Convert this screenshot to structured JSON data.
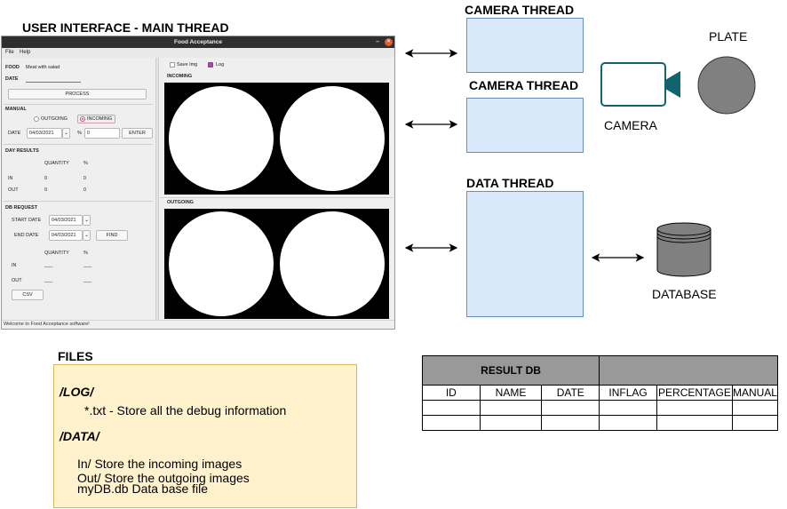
{
  "ui_section": {
    "title": "USER INTERFACE - MAIN THREAD",
    "app": {
      "window_title": "Food Acceptance",
      "menu": [
        "File",
        "Help"
      ],
      "food_label": "FOOD",
      "food_value": "Meat with salad",
      "date_label": "DATE",
      "process_button": "PROCESS",
      "manual_label": "MANUAL",
      "outgoing_radio": "OUTGOING",
      "incoming_radio": "INCOMING",
      "manual_date_label": "DATE",
      "manual_date_value": "04/03/2021",
      "percent_symbol": "%",
      "percent_value": "0",
      "enter_button": "ENTER",
      "day_results_label": "DAY RESULTS",
      "quantity_header": "QUANTITY",
      "percent_header": "%",
      "in_label": "IN",
      "out_label": "OUT",
      "day_in_quantity": "0",
      "day_in_percent": "0",
      "day_out_quantity": "0",
      "day_out_percent": "0",
      "db_request_label": "DB REQUEST",
      "start_date_label": "START DATE",
      "start_date_value": "04/03/2021",
      "end_date_label": "END DATE",
      "end_date_value": "04/03/2021",
      "find_button": "FIND",
      "db_quantity_header": "QUANTITY",
      "db_percent_header": "%",
      "db_in_label": "IN",
      "db_out_label": "OUT",
      "db_in_quantity": "___",
      "db_in_percent": "___",
      "db_out_quantity": "___",
      "db_out_percent": "___",
      "csv_button": "CSV",
      "save_img_label": "Save Img",
      "save_img_checked": false,
      "log_label": "Log",
      "log_checked": true,
      "incoming_label": "INCOMING",
      "outgoing_label": "OUTGOING",
      "status_text": "Welcome to Food Acceptance software!",
      "dropdown_icon": "chevron-down-icon"
    }
  },
  "threads": {
    "camera1": "CAMERA THREAD",
    "camera2": "CAMERA THREAD",
    "data": "DATA THREAD"
  },
  "devices": {
    "plate": "PLATE",
    "camera": "CAMERA",
    "database": "DATABASE"
  },
  "files": {
    "title": "FILES",
    "log_dir": "/LOG/",
    "log_desc": "*.txt - Store all the debug information",
    "data_dir": "/DATA/",
    "data_lines": [
      "In/ Store the incoming images",
      "Out/ Store the outgoing images",
      "myDB.db Data base file"
    ]
  },
  "result_db": {
    "title": "RESULT DB",
    "columns": [
      "ID",
      "NAME",
      "DATE",
      "INFLAG",
      "PERCENTAGE",
      "MANUAL"
    ]
  },
  "colors": {
    "thread_fill": "#dae8fc",
    "thread_border": "#6c8ebf",
    "camera_stroke": "#10636f",
    "plate_fill": "#808080",
    "files_fill": "#fff2cc",
    "files_border": "#d6b656",
    "table_header_fill": "#999999"
  }
}
